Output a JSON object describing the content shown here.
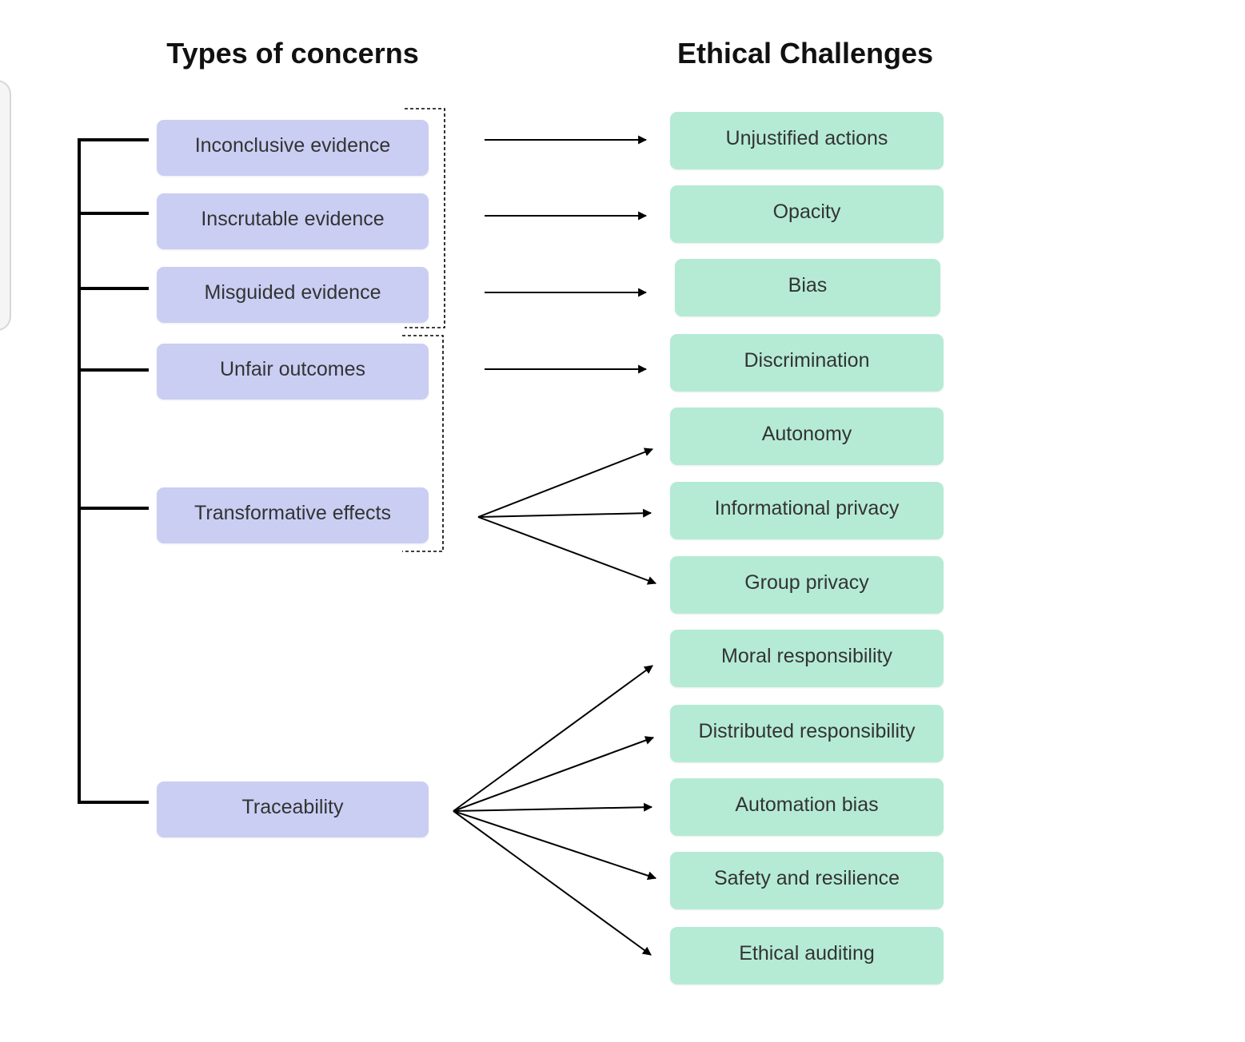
{
  "titles": {
    "left": "Types of concerns",
    "right": "Ethical Challenges"
  },
  "concerns": [
    "Inconclusive evidence",
    "Inscrutable evidence",
    "Misguided evidence",
    "Unfair outcomes",
    "Transformative effects",
    "Traceability"
  ],
  "challenges": [
    "Unjustified actions",
    "Opacity",
    "Bias",
    "Discrimination",
    "Autonomy",
    "Informational privacy",
    "Group privacy",
    "Moral responsibility",
    "Distributed responsibility",
    "Automation bias",
    "Safety and resilience",
    "Ethical auditing"
  ],
  "colors": {
    "concern_fill": "#cacef3",
    "challenge_fill": "#b5ebd5",
    "line": "#000000",
    "text": "#333333"
  }
}
